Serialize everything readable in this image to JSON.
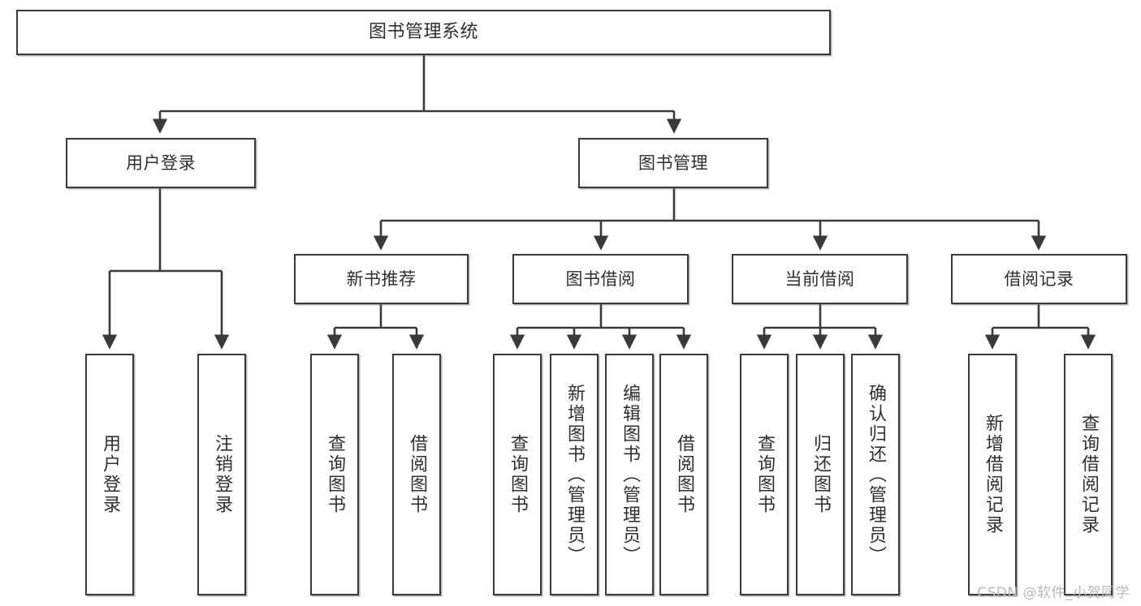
{
  "diagram": {
    "title": "图书管理系统",
    "type": "tree-hierarchy-chart",
    "watermark": "CSDN @软件_小贺同学",
    "colors": {
      "border": "#3a3a3a",
      "background": "#ffffff",
      "text": "#2f2f2f",
      "watermark": "#b9b9b9"
    },
    "root": {
      "label": "图书管理系统"
    },
    "level2": [
      {
        "label": "用户登录"
      },
      {
        "label": "图书管理"
      }
    ],
    "level3": [
      {
        "label": "新书推荐"
      },
      {
        "label": "图书借阅"
      },
      {
        "label": "当前借阅"
      },
      {
        "label": "借阅记录"
      }
    ],
    "leaves": {
      "user_login": [
        {
          "label": "用户登录"
        },
        {
          "label": "注销登录"
        }
      ],
      "new_book": [
        {
          "label": "查询图书"
        },
        {
          "label": "借阅图书"
        }
      ],
      "book_borrow": [
        {
          "label": "查询图书"
        },
        {
          "label": "新增图书（管理员）"
        },
        {
          "label": "编辑图书（管理员）"
        },
        {
          "label": "借阅图书"
        }
      ],
      "current_borrow": [
        {
          "label": "查询图书"
        },
        {
          "label": "归还图书"
        },
        {
          "label": "确认归还（管理员）"
        }
      ],
      "borrow_record": [
        {
          "label": "新增借阅记录"
        },
        {
          "label": "查询借阅记录"
        }
      ]
    }
  }
}
